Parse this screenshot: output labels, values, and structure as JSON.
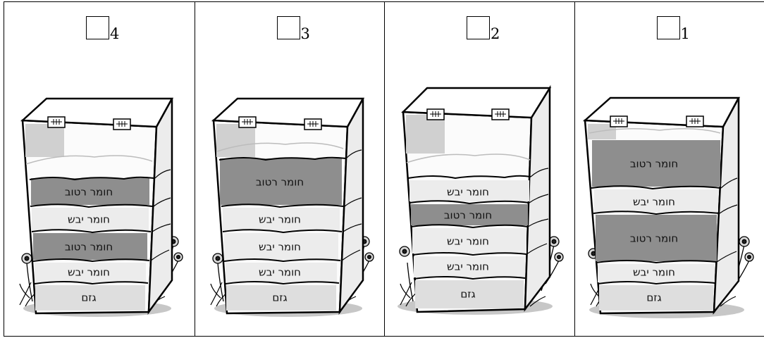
{
  "panels": [
    {
      "number": "4",
      "layers": [
        "חומר רטוב",
        "חומר יבש",
        "חומר רטוב",
        "חומר יבש",
        "גזם"
      ],
      "wet": [
        true,
        false,
        true,
        false,
        false
      ]
    },
    {
      "number": "3",
      "layers": [
        "חומר רטוב",
        "חומר יבש",
        "חומר יבש",
        "חומר יבש",
        "גזם"
      ],
      "wet": [
        true,
        false,
        false,
        false,
        false
      ]
    },
    {
      "number": "2",
      "layers": [
        "חומר יבש",
        "חומר רטוב",
        "חומר יבש",
        "חומר יבש",
        "גזם"
      ],
      "wet": [
        false,
        true,
        false,
        false,
        false
      ]
    },
    {
      "number": "1",
      "layers": [
        "חומר רטוב",
        "חומר יבש",
        "חומר רטוב",
        "חומר יבש",
        "גזם"
      ],
      "wet": [
        true,
        false,
        true,
        false,
        false
      ]
    }
  ]
}
